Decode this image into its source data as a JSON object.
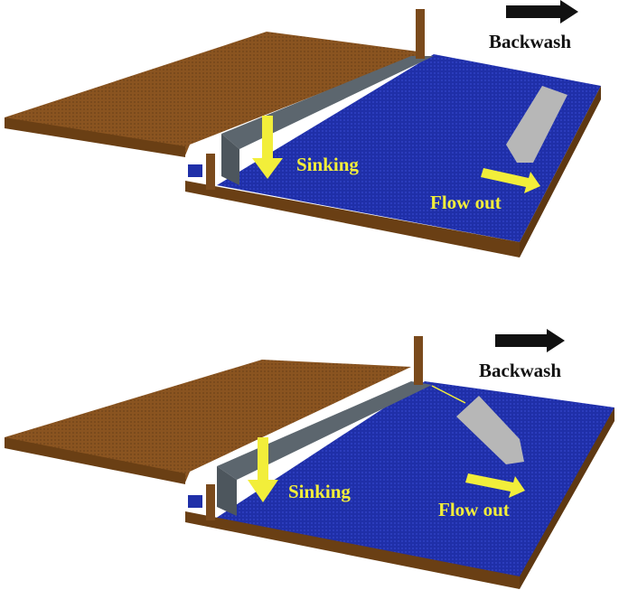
{
  "panels": [
    {
      "backwash_label": "Backwash",
      "sinking_label": "Sinking",
      "flow_out_label": "Flow out"
    },
    {
      "backwash_label": "Backwash",
      "sinking_label": "Sinking",
      "flow_out_label": "Flow out"
    }
  ],
  "colors": {
    "soil": "#8a5420",
    "soil_dark": "#5e3812",
    "water": "#1f2fa8",
    "water_light": "#3344c0",
    "wall": "#5c666e",
    "wall_top": "#7a858d",
    "debris": "#b7b7b7",
    "arrow_yellow": "#f2ee3a",
    "arrow_black": "#111111"
  },
  "icons": [
    "backwash-arrow-icon",
    "sinking-arrow-icon",
    "flow-out-arrow-icon"
  ]
}
